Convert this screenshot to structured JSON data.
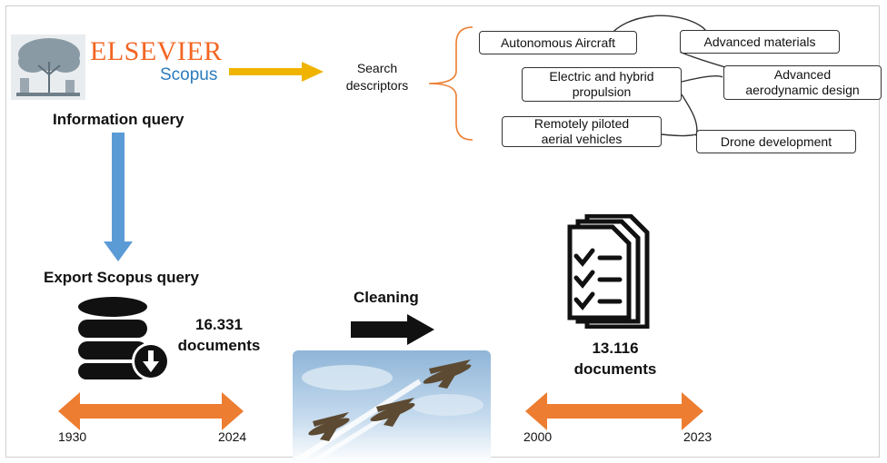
{
  "source": {
    "brand": "ELSEVIER",
    "product": "Scopus"
  },
  "info_query_label": "Information query",
  "search_descriptors_label": "Search\ndescriptors",
  "keywords": [
    "Autonomous Aircraft",
    "Advanced materials",
    "Electric and hybrid propulsion",
    "Advanced aerodynamic design",
    "Remotely piloted aerial vehicles",
    "Drone development"
  ],
  "export_label": "Export Scopus query",
  "initial": {
    "count": "16.331",
    "unit": "documents",
    "range_start": "1930",
    "range_end": "2024"
  },
  "cleaning_label": "Cleaning",
  "final": {
    "count": "13.116",
    "unit": "documents",
    "range_start": "2000",
    "range_end": "2023"
  },
  "colors": {
    "orange": "#ed7d31",
    "blue": "#5b9bd5",
    "gold": "#f0b400",
    "elsevier": "#f26522",
    "scopus": "#2b7bbd"
  }
}
